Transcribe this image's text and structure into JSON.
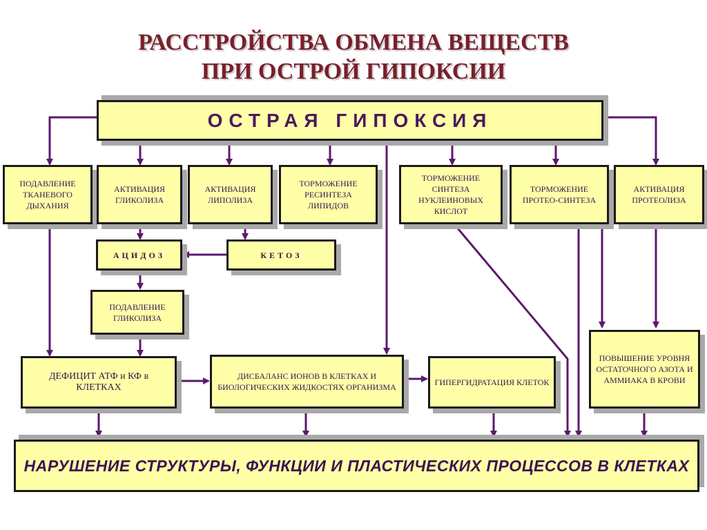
{
  "title": {
    "line1": "РАССТРОЙСТВА ОБМЕНА ВЕЩЕСТВ",
    "line2": "ПРИ ОСТРОЙ ГИПОКСИИ"
  },
  "nodes": {
    "main": "ОСТРАЯ ГИПОКСИЯ",
    "tissue_resp": "ПОДАВЛЕНИЕ ТКАНЕВОГО ДЫХАНИЯ",
    "glycolysis_act": "АКТИВАЦИЯ ГЛИКОЛИЗА",
    "lipolysis_act": "АКТИВАЦИЯ ЛИПОЛИЗА",
    "lipid_resynth": "ТОРМОЖЕНИЕ РЕСИНТЕЗА ЛИПИДОВ",
    "nucleic_synth": "ТОРМОЖЕНИЕ СИНТЕЗА НУКЛЕИНОВЫХ КИСЛОТ",
    "protein_synth": "ТОРМОЖЕНИЕ ПРОТЕО-СИНТЕЗА",
    "proteolysis_act": "АКТИВАЦИЯ ПРОТЕОЛИЗА",
    "acidosis": "АЦИДОЗ",
    "ketosis": "КЕТОЗ",
    "glycolysis_supp": "ПОДАВЛЕНИЕ ГЛИКОЛИЗА",
    "atp_deficit": "ДЕФИЦИТ АТФ и КФ в КЛЕТКАХ",
    "ion_imbalance": "ДИСБАЛАНС ИОНОВ В КЛЕТКАХ И БИОЛОГИЧЕСКИХ ЖИДКОСТЯХ ОРГАНИЗМА",
    "hyperhydration": "ГИПЕРГИДРАТАЦИЯ КЛЕТОК",
    "nitrogen_rise": "ПОВЫШЕНИЕ УРОВНЯ ОСТАТОЧНОГО АЗОТА И АММИАКА В КРОВИ",
    "cell_disruption": "НАРУШЕНИЕ СТРУКТУРЫ, ФУНКЦИИ И ПЛАСТИЧЕСКИХ ПРОЦЕССОВ В КЛЕТКАХ"
  },
  "colors": {
    "box_fill": "#ffffa8",
    "arrow": "#5a1a6e",
    "title": "#7a1f2b"
  }
}
